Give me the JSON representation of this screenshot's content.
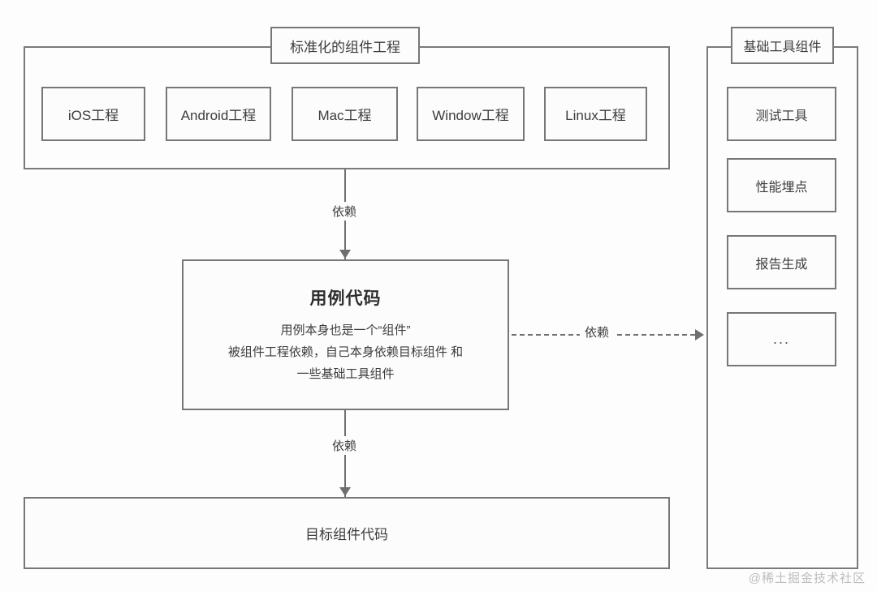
{
  "diagram": {
    "title": "标准化的组件工程",
    "background_color": "#fdfdfd",
    "border_color": "#7a7a7a",
    "text_color": "#3c3c3c"
  },
  "standard_group": {
    "title": "标准化的组件工程",
    "platforms": [
      {
        "label": "iOS工程"
      },
      {
        "label": "Android工程"
      },
      {
        "label": "Mac工程"
      },
      {
        "label": "Window工程"
      },
      {
        "label": "Linux工程"
      }
    ]
  },
  "usecase": {
    "title": "用例代码",
    "lines": [
      "用例本身也是一个“组件”",
      "被组件工程依赖，自己本身依赖目标组件 和",
      "一些基础工具组件"
    ]
  },
  "target": {
    "label": "目标组件代码"
  },
  "tools_group": {
    "title": "基础工具组件",
    "items": [
      {
        "label": "测试工具"
      },
      {
        "label": "性能埋点"
      },
      {
        "label": "报告生成"
      },
      {
        "label": "..."
      }
    ]
  },
  "arrows": {
    "dependency_top": "依赖",
    "dependency_bottom": "依赖",
    "dependency_right": "依赖"
  },
  "watermark": {
    "text": "@稀土掘金技术社区"
  }
}
